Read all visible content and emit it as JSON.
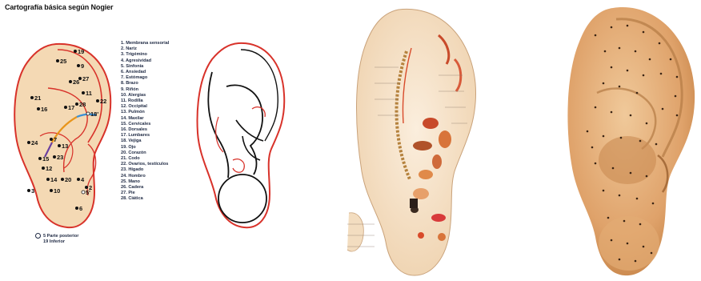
{
  "title": "Cartografía básica según Nogier",
  "legend": [
    "1. Membrana sensorial",
    "2. Nariz",
    "3. Trigémino",
    "4. Agresividad",
    "5. Sinfonía",
    "6. Ansiedad",
    "7. Estómago",
    "8. Brazo",
    "9. Riñón",
    "10. Alergias",
    "11. Rodilla",
    "12. Occipital",
    "13. Pulmón",
    "14. Maxilar",
    "15. Cervicales",
    "16. Dorsales",
    "17. Lumbares",
    "18. Vejiga",
    "19. Ojo",
    "20. Corazón",
    "21. Codo",
    "22. Ovarios, testículos",
    "23. Hígado",
    "24. Hombro",
    "25. Mano",
    "26. Cadera",
    "27. Pie",
    "28. Ciática"
  ],
  "footnote": {
    "line1": "5  Parte posterior",
    "line2": "19  Inferior"
  },
  "ear_points": [
    {
      "label": "19",
      "dot": "filled"
    },
    {
      "label": "25",
      "dot": "filled"
    },
    {
      "label": "9",
      "dot": "filled"
    },
    {
      "label": "27",
      "dot": "filled"
    },
    {
      "label": "26",
      "dot": "filled"
    },
    {
      "label": "21",
      "dot": "filled"
    },
    {
      "label": "11",
      "dot": "filled"
    },
    {
      "label": "17",
      "dot": "filled"
    },
    {
      "label": "28",
      "dot": "filled"
    },
    {
      "label": "22",
      "dot": "filled"
    },
    {
      "label": "16",
      "dot": "filled"
    },
    {
      "label": "18'",
      "dot": "open"
    },
    {
      "label": "24",
      "dot": "filled"
    },
    {
      "label": "7",
      "dot": "filled"
    },
    {
      "label": "13",
      "dot": "filled"
    },
    {
      "label": "15",
      "dot": "filled"
    },
    {
      "label": "23",
      "dot": "filled"
    },
    {
      "label": "12",
      "dot": "filled"
    },
    {
      "label": "14",
      "dot": "filled"
    },
    {
      "label": "20",
      "dot": "filled"
    },
    {
      "label": "4",
      "dot": "filled"
    },
    {
      "label": "2",
      "dot": "filled"
    },
    {
      "label": "3",
      "dot": "filled"
    },
    {
      "label": "10",
      "dot": "filled"
    },
    {
      "label": "5'",
      "dot": "open"
    },
    {
      "label": "6",
      "dot": "filled"
    }
  ],
  "colors": {
    "ear_fill": "#f4d9b4",
    "ear_outline": "#d8322a",
    "text": "#1f2a44",
    "spine_orange": "#e8951a",
    "spine_blue": "#3a8fd6",
    "spine_purple": "#6a3fa0",
    "chart_bg": "#f6e6cf",
    "model_skin": "#e7b685"
  }
}
